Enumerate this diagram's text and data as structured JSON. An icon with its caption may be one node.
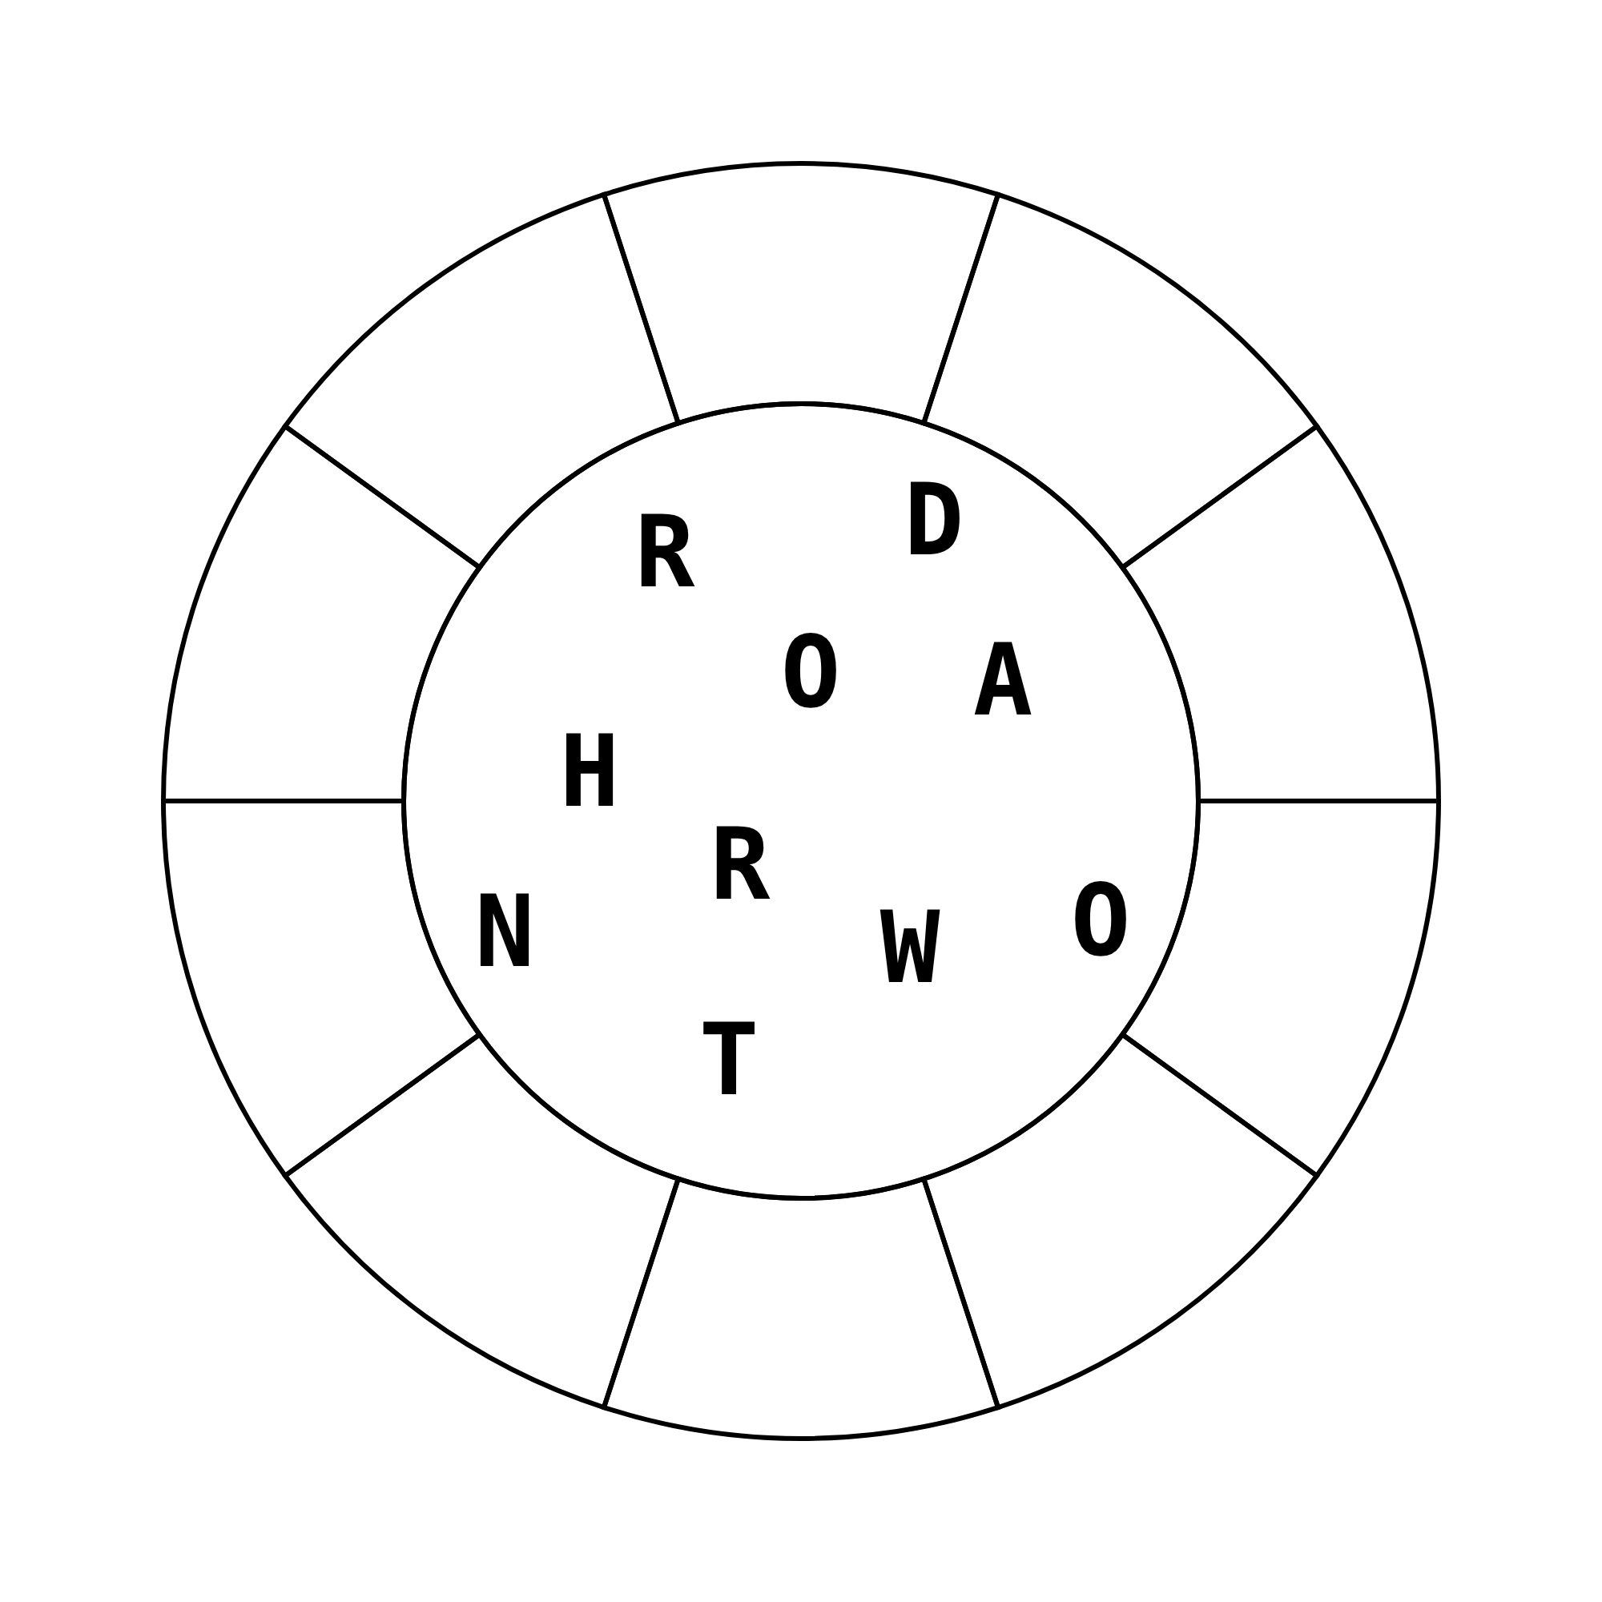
{
  "diagram": {
    "labels": [
      "R",
      "D",
      "O",
      "A",
      "H",
      "R",
      "N",
      "W",
      "O",
      "T"
    ]
  }
}
